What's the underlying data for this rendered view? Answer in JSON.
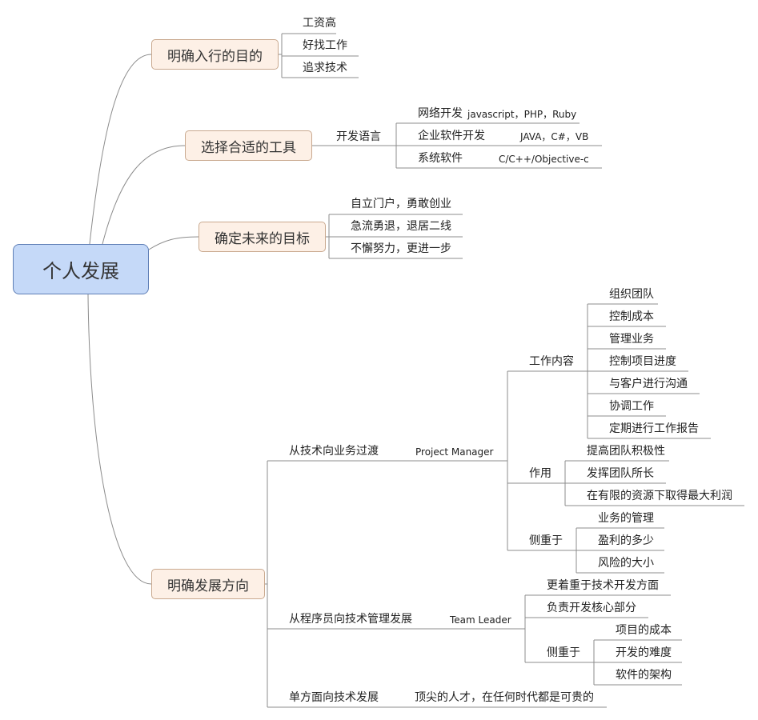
{
  "root": "个人发展",
  "branches": {
    "purpose": {
      "label": "明确入行的目的",
      "items": [
        "工资高",
        "好找工作",
        "追求技术"
      ]
    },
    "tools": {
      "label": "选择合适的工具",
      "sub": "开发语言",
      "items": [
        {
          "label": "网络开发",
          "value": "javascript，PHP，Ruby"
        },
        {
          "label": "企业软件开发",
          "value": "JAVA，C#，VB"
        },
        {
          "label": "系统软件",
          "value": "C/C++/Objective-c"
        }
      ]
    },
    "goal": {
      "label": "确定未来的目标",
      "items": [
        "自立门户，勇敢创业",
        "急流勇退，退居二线",
        "不懈努力，更进一步"
      ]
    },
    "direction": {
      "label": "明确发展方向",
      "pm": {
        "label": "从技术向业务过渡",
        "role": "Project Manager",
        "work": {
          "label": "工作内容",
          "items": [
            "组织团队",
            "控制成本",
            "管理业务",
            "控制项目进度",
            "与客户进行沟通",
            "协调工作",
            "定期进行工作报告"
          ]
        },
        "effect": {
          "label": "作用",
          "items": [
            "提高团队积极性",
            "发挥团队所长",
            "在有限的资源下取得最大利润"
          ]
        },
        "focus": {
          "label": "侧重于",
          "items": [
            "业务的管理",
            "盈利的多少",
            "风险的大小"
          ]
        }
      },
      "tl": {
        "label": "从程序员向技术管理发展",
        "role": "Team Leader",
        "a": "更着重于技术开发方面",
        "b": "负责开发核心部分",
        "focus": {
          "label": "侧重于",
          "items": [
            "项目的成本",
            "开发的难度",
            "软件的架构"
          ]
        }
      },
      "single": {
        "label": "单方面向技术发展",
        "value": "顶尖的人才，在任何时代都是可贵的"
      }
    }
  }
}
